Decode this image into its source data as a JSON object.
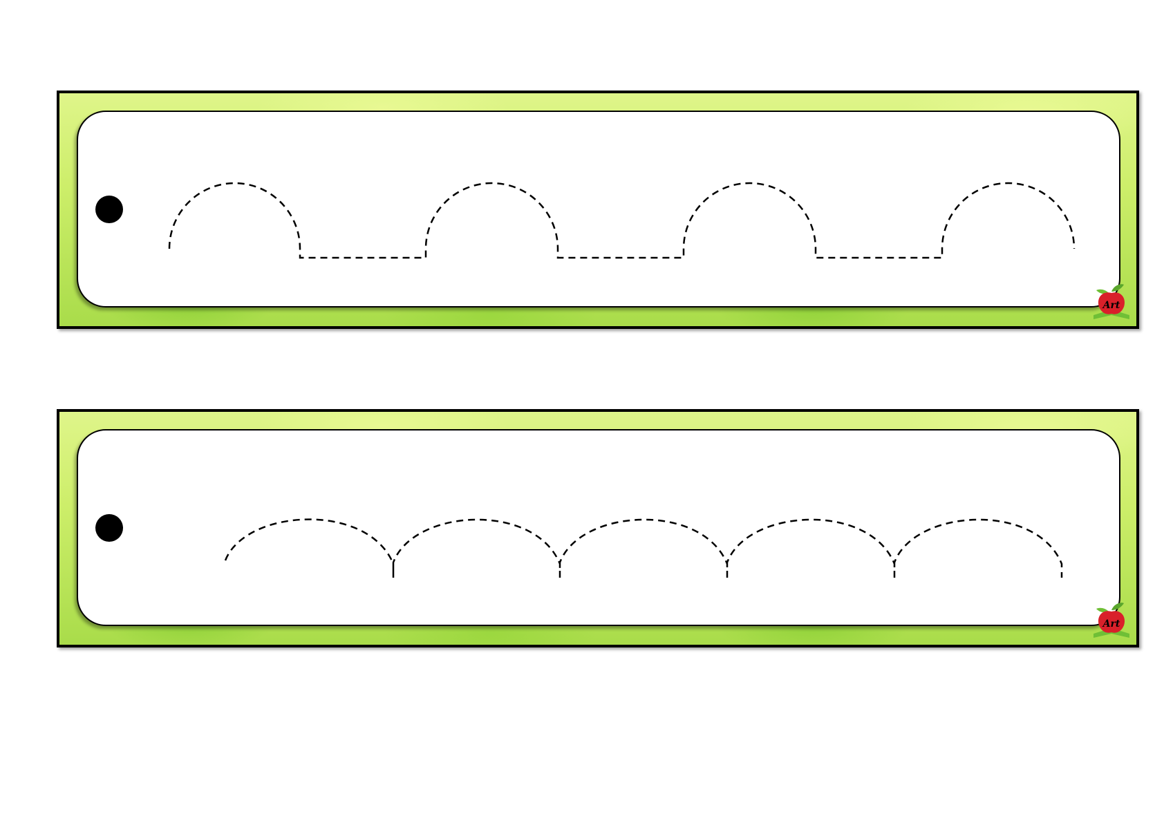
{
  "worksheet": {
    "cards": [
      {
        "pattern": "arches-with-flat-connectors",
        "hole_icon": "punch-hole-icon"
      },
      {
        "pattern": "connected-arches",
        "hole_icon": "punch-hole-icon"
      }
    ],
    "colors": {
      "frame_green": "#c8ec64",
      "frame_border": "#000000",
      "trace_line": "#000000",
      "logo_apple": "#d9202a",
      "logo_leaf": "#5aa62c"
    },
    "logo": {
      "icon": "apple-book-logo-icon",
      "text": "Art"
    }
  }
}
